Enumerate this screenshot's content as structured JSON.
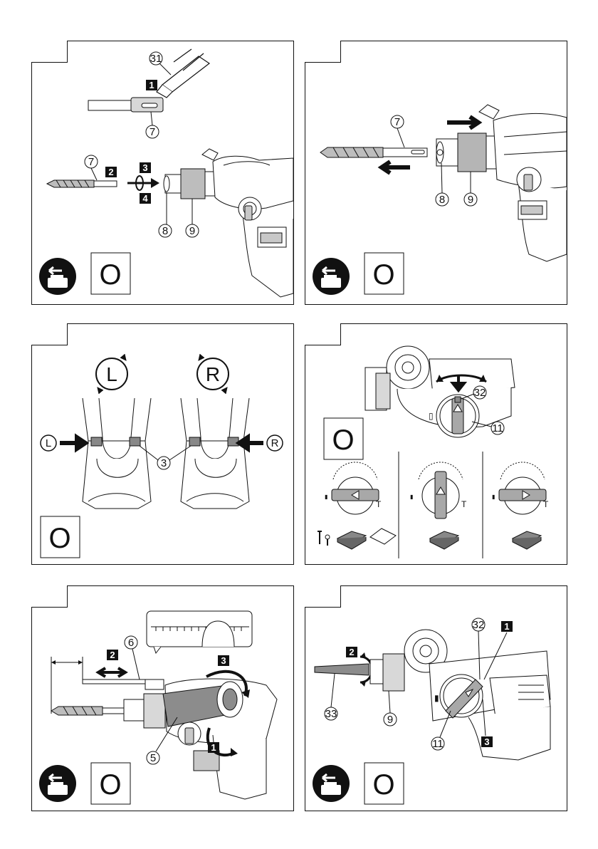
{
  "panels": [
    {
      "callouts": [
        "31",
        "7",
        "7",
        "8",
        "9"
      ],
      "steps": [
        "1",
        "2",
        "3",
        "4"
      ],
      "mode_badge": "O",
      "icon": "battery-remove-icon"
    },
    {
      "callouts": [
        "7",
        "8",
        "9"
      ],
      "mode_badge": "O",
      "icon": "battery-remove-icon"
    },
    {
      "direction_labels": [
        "L",
        "R"
      ],
      "direction_small": [
        "L",
        "R"
      ],
      "callouts": [
        "3"
      ],
      "mode_badge": "O"
    },
    {
      "callouts": [
        "32",
        "11"
      ],
      "mode_badge": "O",
      "dial_marks": [
        "T",
        "T",
        "T"
      ]
    },
    {
      "callouts": [
        "6",
        "5"
      ],
      "steps": [
        "2",
        "3",
        "1"
      ],
      "mode_badge": "O",
      "icon": "battery-remove-icon"
    },
    {
      "callouts": [
        "32",
        "33",
        "9",
        "11"
      ],
      "steps": [
        "1",
        "2",
        "3"
      ],
      "mode_badge": "O",
      "icon": "battery-remove-icon"
    }
  ],
  "colors": {
    "line": "#111111",
    "gray": "#8c8c8c",
    "light_gray": "#c8c8c8",
    "mid_gray": "#a8a8a8"
  }
}
